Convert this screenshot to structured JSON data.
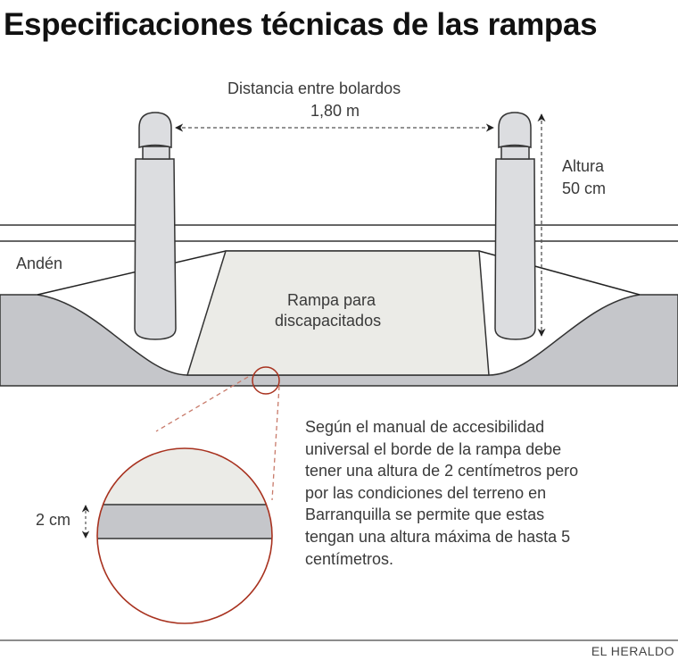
{
  "title": "Especificaciones técnicas de las rampas",
  "labels": {
    "distance_title": "Distancia entre bolardos",
    "distance_value": "1,80 m",
    "height_title": "Altura",
    "height_value": "50 cm",
    "sidewalk": "Andén",
    "ramp_line1": "Rampa para",
    "ramp_line2": "discapacitados",
    "edge_height": "2 cm"
  },
  "description": "Según el manual de accesibilidad universal el borde de la rampa debe tener una altura de 2 centímetros pero por las condiciones del terreno en Barranquilla se permite que estas tengan una altura máxima de hasta 5 centímetros.",
  "credit": "EL HERALDO",
  "colors": {
    "road": "#c5c6ca",
    "ramp": "#ebebe7",
    "bollard": "#dcdde0",
    "accent": "#a8321f"
  }
}
